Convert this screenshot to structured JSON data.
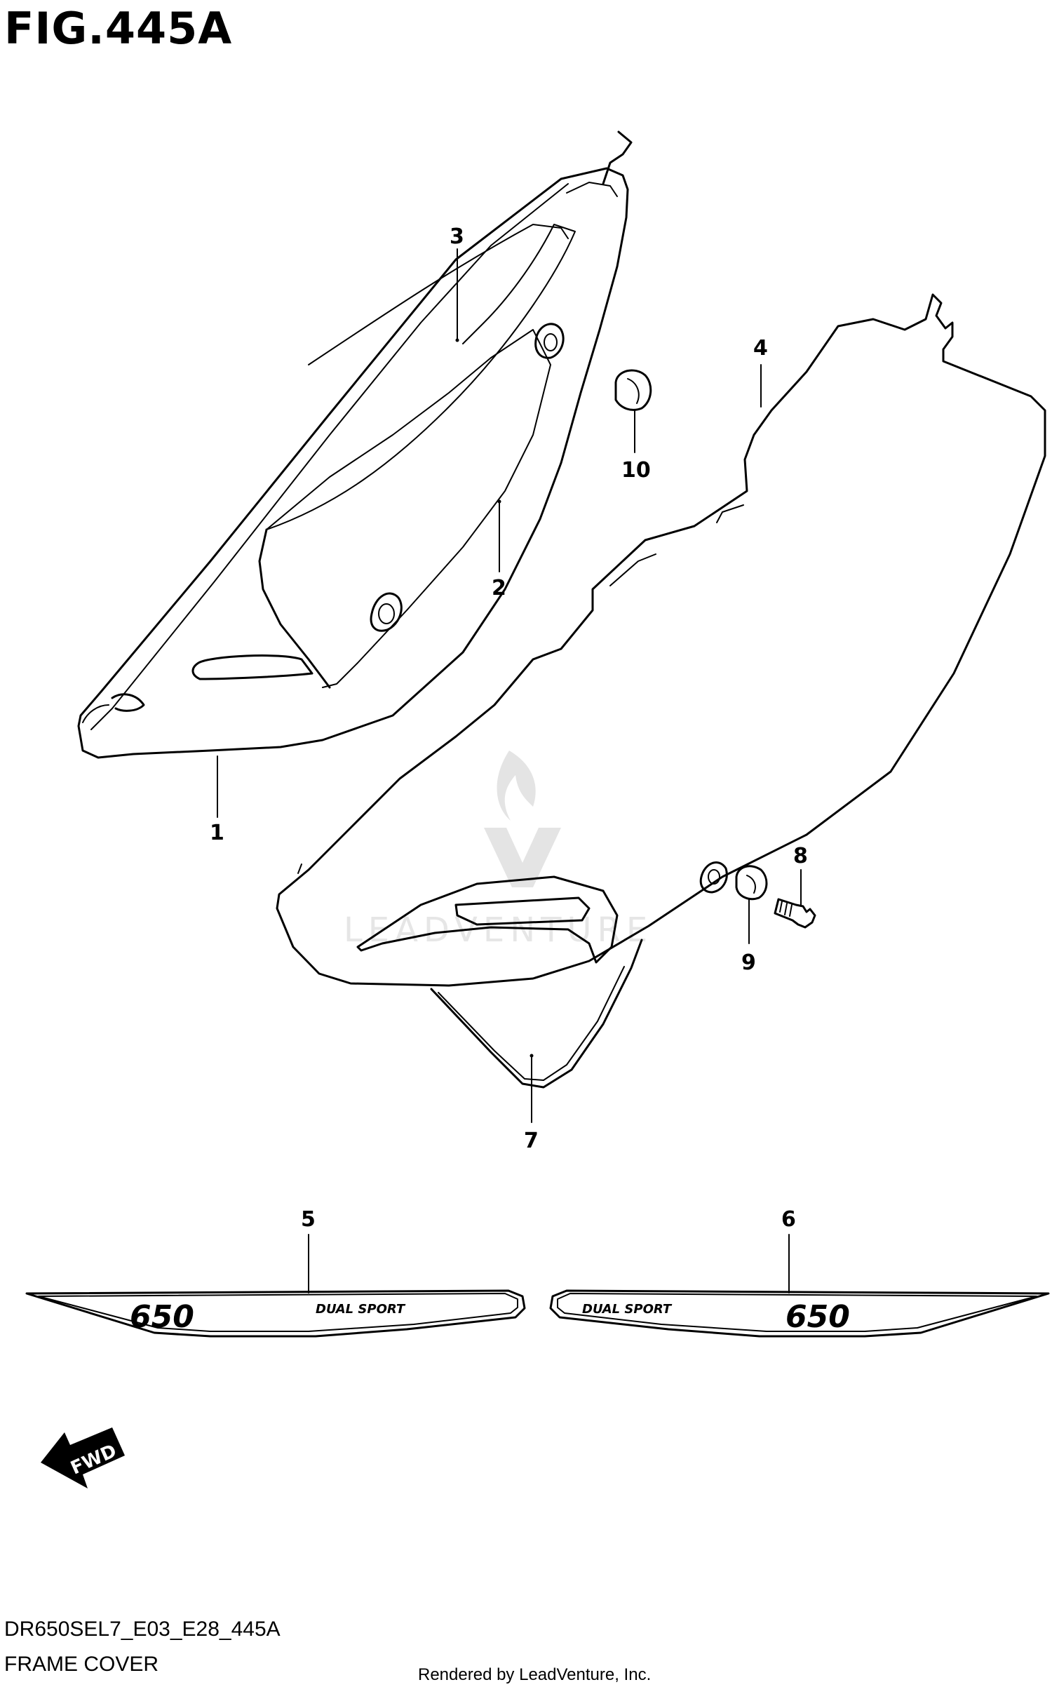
{
  "figure_title": "FIG.445A",
  "diagram_code": "DR650SEL7_E03_E28_445A",
  "section_name": "FRAME COVER",
  "credit": "Rendered by LeadVenture, Inc.",
  "watermark": "LEADVENTURE",
  "fwd_label": "FWD",
  "decal_model_text": "650",
  "decal_series_text": "DUAL SPORT",
  "callouts": [
    {
      "id": "1",
      "label": "1"
    },
    {
      "id": "2",
      "label": "2"
    },
    {
      "id": "3",
      "label": "3"
    },
    {
      "id": "4",
      "label": "4"
    },
    {
      "id": "5",
      "label": "5"
    },
    {
      "id": "6",
      "label": "6"
    },
    {
      "id": "7",
      "label": "7"
    },
    {
      "id": "8",
      "label": "8"
    },
    {
      "id": "9",
      "label": "9"
    },
    {
      "id": "10",
      "label": "10"
    }
  ]
}
